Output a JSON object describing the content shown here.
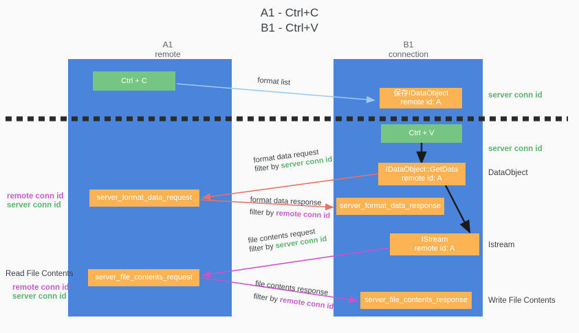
{
  "title": {
    "line1": "A1 - Ctrl+C",
    "line2": "B1 - Ctrl+V"
  },
  "lanes": [
    {
      "id": "a1",
      "name": "A1",
      "role": "remote",
      "color": "#4a84db"
    },
    {
      "id": "b1",
      "name": "B1",
      "role": "connection",
      "color": "#4a84db"
    }
  ],
  "colors": {
    "lane_blue": "#4a84db",
    "box_green": "#77c583",
    "box_orange": "#fcb354",
    "arrow_lightblue": "#9ec9ee",
    "arrow_red": "#e8726a",
    "arrow_magenta": "#cc52cc",
    "arrow_black": "#1a1a1a",
    "text_green": "#5cb270",
    "text_purple": "#c35ec9",
    "text_dark": "#3c4043"
  },
  "boxes": {
    "ctrl_c": {
      "label": "Ctrl + C",
      "style": "green"
    },
    "save_dataobject": {
      "line1": "保存IDataObject",
      "line2": "remote id: A",
      "style": "orange"
    },
    "ctrl_v": {
      "label": "Ctrl + V",
      "style": "green"
    },
    "getdata": {
      "line1": "IDataObject::GetData",
      "line2": "remote id: A",
      "style": "orange"
    },
    "format_data_request": {
      "label": "server_format_data_request",
      "style": "orange"
    },
    "format_data_response": {
      "label": "server_format_data_response",
      "style": "orange"
    },
    "istream": {
      "line1": "IStream",
      "line2": "remote id: A",
      "style": "orange"
    },
    "file_contents_request": {
      "label": "server_file_contents_request",
      "style": "orange"
    },
    "file_contents_response": {
      "label": "server_file_contents_response",
      "style": "orange"
    }
  },
  "arrow_labels": {
    "format_list": "format list",
    "format_data_request": {
      "line1": "format data request",
      "prefix": "filter by ",
      "highlight": "server conn id"
    },
    "format_data_response": {
      "line1": "format data response",
      "prefix": "filter by ",
      "highlight": "remote conn id"
    },
    "file_contents_request": {
      "line1": "file contents request",
      "prefix": "filter by ",
      "highlight": "server conn id"
    },
    "file_contents_response": {
      "line1": "file contents response",
      "prefix": "filter by ",
      "highlight": "remote conn id"
    }
  },
  "side_labels": {
    "right_server_conn_top": "server conn id",
    "right_server_conn_mid": "server conn id",
    "right_dataobject": "DataObject",
    "right_istream": "Istream",
    "right_write_file_contents": "Write File Contents",
    "left_remote_conn_mid": "remote conn id",
    "left_server_conn_mid": "server conn id",
    "left_read_file_contents": "Read File Contents",
    "left_remote_conn_bottom": "remote conn id",
    "left_server_conn_bottom": "server conn id"
  }
}
